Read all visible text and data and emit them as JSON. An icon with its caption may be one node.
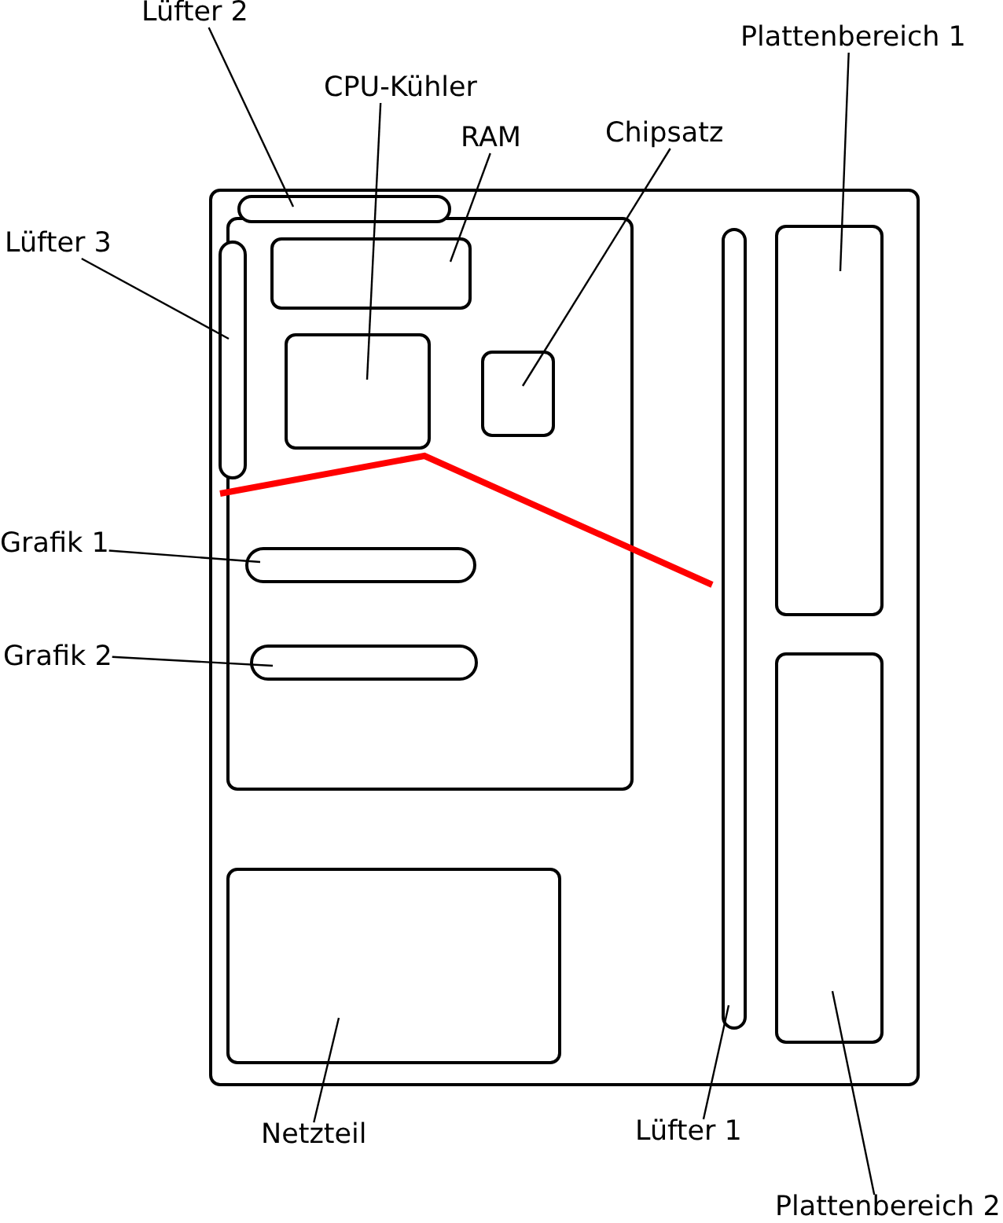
{
  "diagram": {
    "nodes": [
      {
        "text": [
          "Lüfter 2"
        ]
      },
      {
        "text": [
          "Plattenbereich 1"
        ]
      },
      {
        "text": [
          "CPU-Kühler"
        ]
      },
      {
        "text": [
          "Chipsatz"
        ]
      },
      {
        "text": [
          "RAM"
        ]
      },
      {
        "text": [],
        "shape": "box"
      },
      {
        "text": [],
        "shape": "bar",
        "in": 5
      },
      {
        "text": [],
        "shape": "box",
        "in": 5
      },
      {
        "text": [],
        "shape": "box",
        "in": 7
      },
      {
        "text": [],
        "shape": "bar",
        "in": 5
      },
      {
        "text": [],
        "shape": "box",
        "in": 7
      },
      {
        "text": [],
        "shape": "box",
        "in": 7
      },
      {
        "text": [],
        "shape": "bar",
        "in": 5
      },
      {
        "text": [],
        "shape": "box",
        "in": 5
      },
      {
        "text": [],
        "shape": "box",
        "in": 5
      },
      {
        "text": [],
        "shape": "bar",
        "in": 7
      },
      {
        "text": [],
        "shape": "bar",
        "in": 7
      },
      {
        "text": [],
        "shape": "box",
        "in": 5
      },
      {
        "text": [
          "Lüfter 3"
        ]
      },
      {
        "text": [
          "Grafik 1"
        ]
      },
      {
        "text": [
          "Grafik 2"
        ]
      },
      {
        "text": [
          "Netzteil"
        ]
      },
      {
        "text": [
          "Lüfter 1"
        ]
      },
      {
        "text": [
          "Plattenbereich 2"
        ]
      }
    ],
    "edges": [
      {
        "from": 0,
        "to": 6,
        "arrow": "none"
      },
      {
        "from": 1,
        "to": 13,
        "arrow": "none"
      },
      {
        "from": 2,
        "to": 10,
        "arrow": "none"
      },
      {
        "from": 3,
        "to": 11,
        "arrow": "none"
      },
      {
        "from": 4,
        "to": 8,
        "arrow": "none"
      },
      {
        "from": 18,
        "to": 9,
        "arrow": "none"
      },
      {
        "from": 19,
        "to": 15,
        "arrow": "none"
      },
      {
        "from": 20,
        "to": 16,
        "arrow": "none"
      },
      {
        "from": 21,
        "to": 17,
        "arrow": "none"
      },
      {
        "from": 22,
        "to": 12,
        "arrow": "none"
      },
      {
        "from": 23,
        "to": 14,
        "arrow": "none"
      }
    ]
  }
}
